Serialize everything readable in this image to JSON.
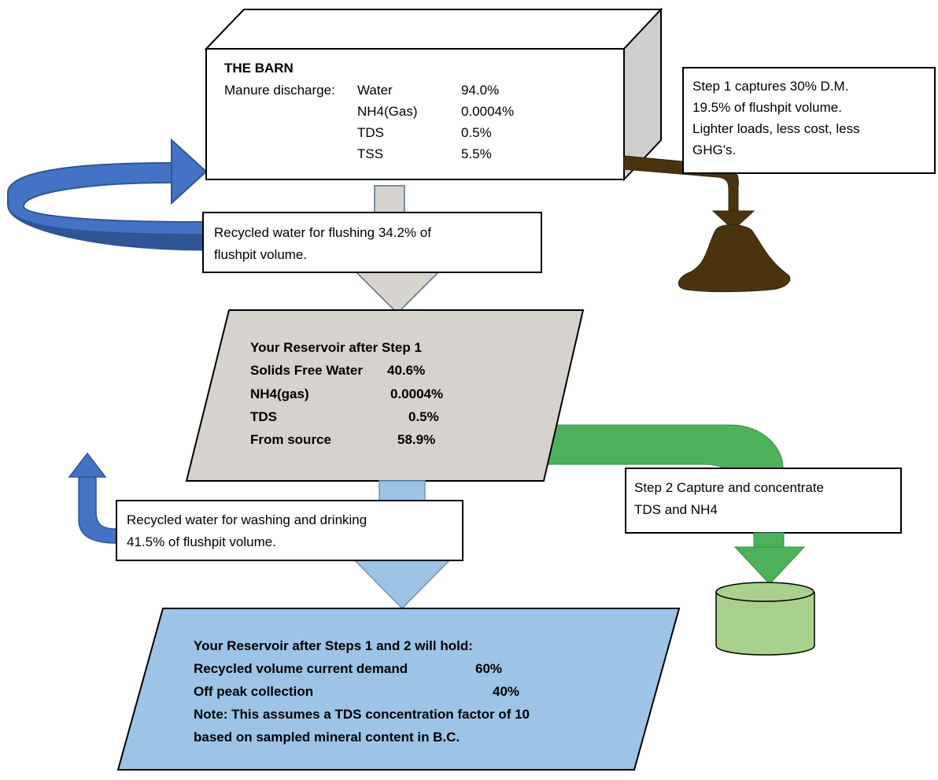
{
  "barn": {
    "title": "THE BARN",
    "discharge_label": "Manure discharge:",
    "rows": [
      {
        "name": "Water",
        "value": "94.0%"
      },
      {
        "name": "NH4(Gas)",
        "value": "0.0004%"
      },
      {
        "name": "TDS",
        "value": "0.5%"
      },
      {
        "name": "TSS",
        "value": "5.5%"
      }
    ]
  },
  "step1_note": {
    "lines": [
      "Step 1 captures 30% D.M.",
      "19.5% of flushpit volume.",
      "Lighter loads, less cost, less",
      "GHG's."
    ]
  },
  "flush_note": {
    "lines": [
      "Recycled water for flushing 34.2% of",
      "flushpit volume."
    ]
  },
  "reservoir1": {
    "title": "Your Reservoir after Step 1",
    "rows": [
      {
        "name": "Solids Free Water",
        "value": "40.6%"
      },
      {
        "name": "NH4(gas)",
        "value": "0.0004%"
      },
      {
        "name": "TDS",
        "value": "0.5%"
      },
      {
        "name": "From source",
        "value": "58.9%"
      }
    ]
  },
  "step2_note": {
    "lines": [
      "Step 2 Capture and concentrate",
      "TDS and NH4"
    ]
  },
  "wash_note": {
    "lines": [
      "Recycled water for washing and drinking",
      "41.5% of flushpit volume."
    ]
  },
  "reservoir2": {
    "title": "Your Reservoir after Steps 1 and 2 will hold:",
    "rows": [
      {
        "name": "Recycled volume current demand",
        "value": "60%"
      },
      {
        "name": "Off peak collection",
        "value": "40%"
      }
    ],
    "note_lines": [
      "Note:  This assumes a TDS concentration factor of 10",
      "based on sampled mineral content in B.C."
    ]
  },
  "colors": {
    "blue_arrow": "#4472c4",
    "blue_dark": "#2f5597",
    "brown": "#4a3410",
    "green": "#4cb15a",
    "light_green": "#a9d18e",
    "gray": "#d6d3cf",
    "light_blue": "#9dc3e6"
  }
}
